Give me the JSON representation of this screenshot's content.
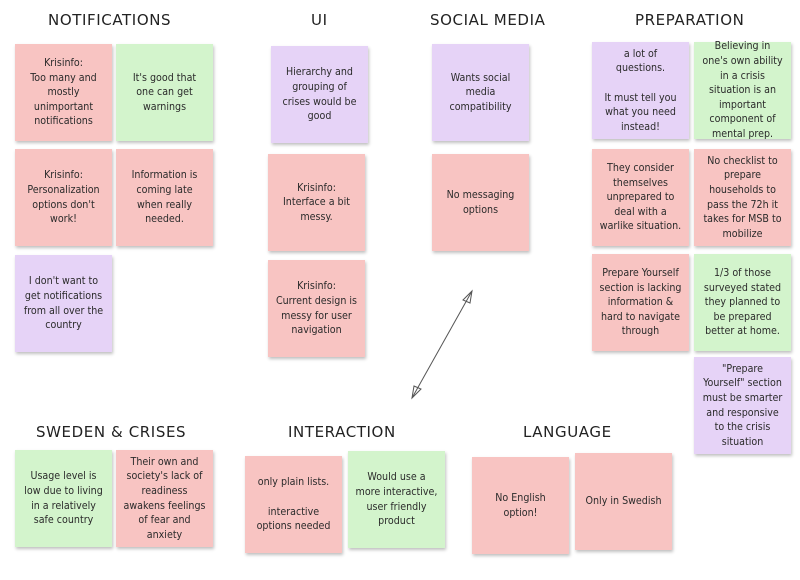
{
  "colors": {
    "pink": "#f8c4c2",
    "green": "#d3f4cc",
    "purple": "#e6d3f7"
  },
  "headings": {
    "notifications": "NOTIFICATIONS",
    "ui": "UI",
    "social_media": "SOCIAL MEDIA",
    "preparation": "PREPARATION",
    "sweden_crises": "SWEDEN & CRISES",
    "interaction": "INTERACTION",
    "language": "LANGUAGE"
  },
  "notes": {
    "n1": "Krisinfo:\nToo many and mostly unimportant notifications",
    "n2": "It's good that one can get warnings",
    "n3": "Krisinfo:\nPersonalization options don't work!",
    "n4": "Information is coming late when really needed.",
    "n5": "I don't want to get notifications from all over the country",
    "u1": "Hierarchy and grouping of crises would be good",
    "u2": "Krisinfo:\nInterface a bit messy.",
    "u3": "Krisinfo:\nCurrent design is messy for user navigation",
    "s1": "Wants social media compatibility",
    "s2": "No messaging options",
    "p1": "a lot of questions.\n\nIt must tell you what you need instead!",
    "p2": "Believing in one's own ability in a crisis situation is an important component of mental prep.",
    "p3": "They consider themselves unprepared to deal with a warlike situation.",
    "p4": "No checklist to prepare households to pass the 72h it takes for MSB to mobilize",
    "p5": "Prepare Yourself section is lacking information & hard to navigate through",
    "p6": "1/3 of those surveyed stated they planned to be prepared better at home.",
    "p7": "\"Prepare Yourself\" section must be smarter and responsive to the crisis situation",
    "w1": "Usage level is low due to living in a relatively safe country",
    "w2": "Their own and society's lack of readiness awakens feelings of fear and anxiety",
    "i1": "only plain lists.\n\ninteractive options needed",
    "i2": "Would use a more interactive, user friendly product",
    "l1": "No English option!",
    "l2": "Only in Swedish"
  }
}
